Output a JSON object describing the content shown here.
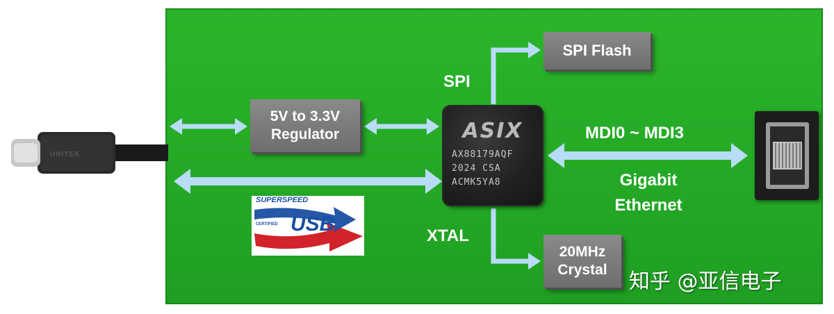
{
  "board": {
    "color": "#22aa26"
  },
  "blocks": {
    "regulator": {
      "line1": "5V to 3.3V",
      "line2": "Regulator"
    },
    "spi_flash": {
      "label": "SPI Flash"
    },
    "crystal": {
      "line1": "20MHz",
      "line2": "Crystal"
    }
  },
  "chip": {
    "brand": "ASIX",
    "line1": "AX88179AQF",
    "line2": "2024   CSA",
    "line3": "ACMK5YA8"
  },
  "labels": {
    "spi": "SPI",
    "xtal": "XTAL",
    "mdi": "MDI0 ~ MDI3",
    "gigabit": "Gigabit",
    "ethernet": "Ethernet"
  },
  "cable": {
    "brand": "UNITEK"
  },
  "usb_logo": {
    "super": "SUPERSPEED",
    "certified": "CERTIFIED",
    "text": "USB"
  },
  "watermark": "知乎 @亚信电子",
  "colors": {
    "arrow": "#b8dcf5",
    "arrow_edge": "#6aaee0",
    "box": "#7a7a7a",
    "usb_blue": "#1a4fa3",
    "usb_red": "#d2232a"
  }
}
